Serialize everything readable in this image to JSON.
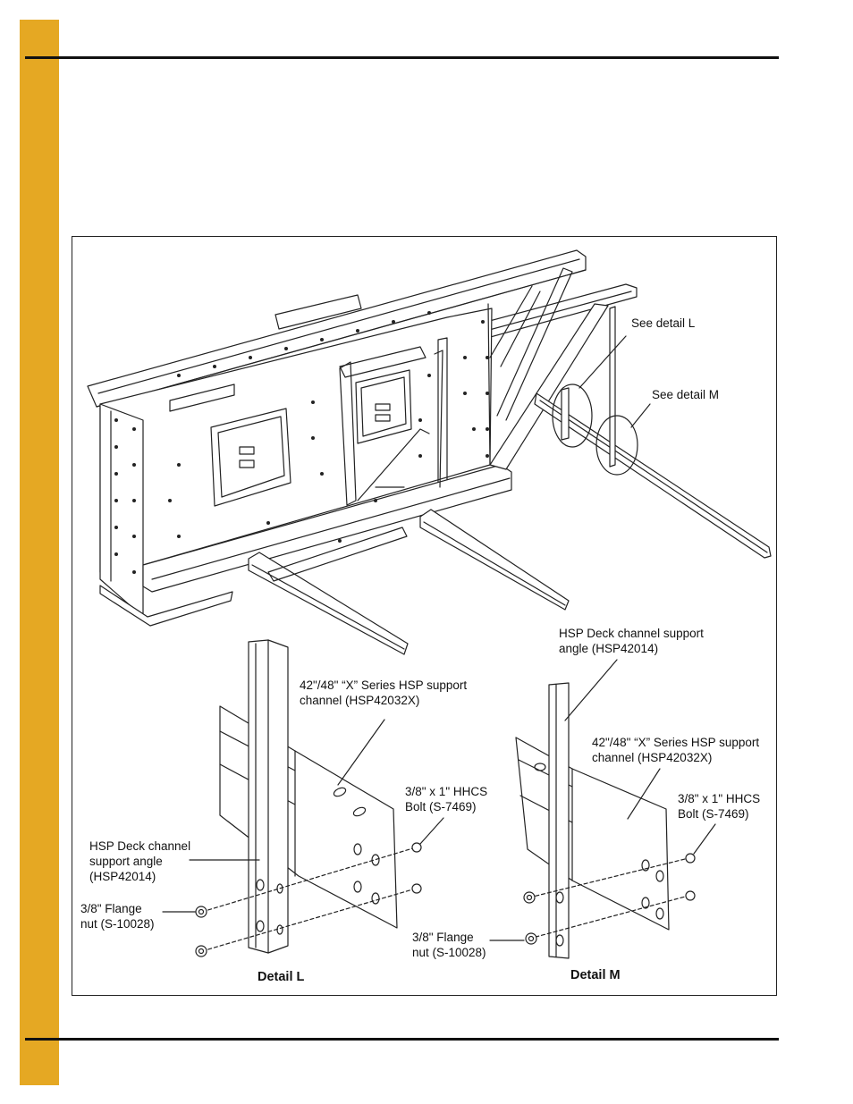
{
  "colors": {
    "side_tab": "#E5A823",
    "rules": "#111111",
    "ink": "#222222"
  },
  "callouts": {
    "see_detail_l": "See detail L",
    "see_detail_m": "See detail M"
  },
  "detail_l": {
    "caption": "Detail L",
    "support_channel": [
      "42\"/48\" “X” Series HSP support",
      "channel (HSP42032X)"
    ],
    "bolt": [
      "3/8\" x 1\" HHCS",
      "Bolt (S-7469)"
    ],
    "angle": [
      "HSP Deck channel",
      "support angle",
      "(HSP42014)"
    ],
    "nut": [
      "3/8\" Flange",
      "nut (S-10028)"
    ]
  },
  "detail_m": {
    "caption": "Detail M",
    "angle": [
      "HSP Deck channel support",
      "angle (HSP42014)"
    ],
    "support_channel": [
      "42\"/48\" “X” Series HSP support",
      "channel (HSP42032X)"
    ],
    "bolt": [
      "3/8\" x 1\" HHCS",
      "Bolt (S-7469)"
    ],
    "nut": [
      "3/8\" Flange",
      "nut (S-10028)"
    ]
  }
}
